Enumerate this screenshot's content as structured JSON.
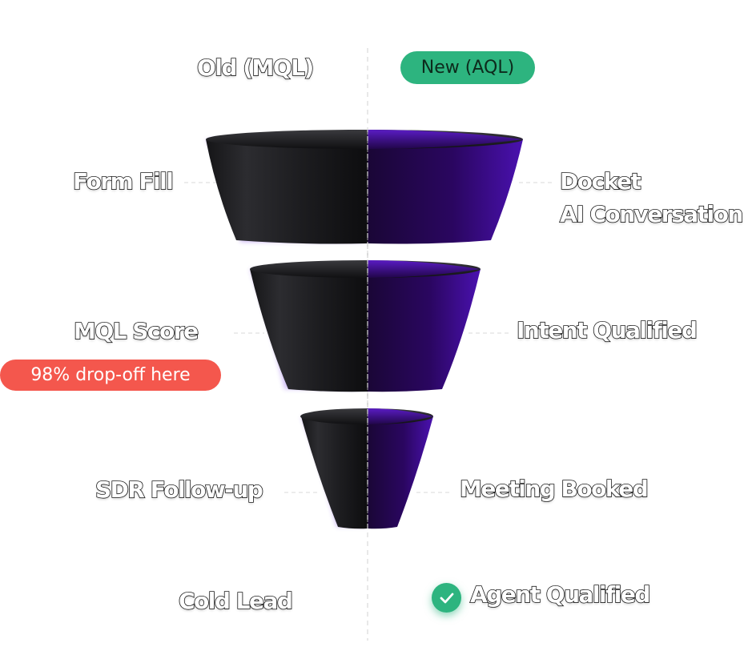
{
  "header": {
    "old_label": "Old (MQL)",
    "new_label": "New (AQL)"
  },
  "old_stages": [
    "Form Fill",
    "MQL Score",
    "SDR Follow-up",
    "Cold Lead"
  ],
  "new_stages": [
    "Docket",
    "AI Conversation",
    "Intent Qualified",
    "Meeting Booked",
    "Agent Qualified"
  ],
  "callout": {
    "dropoff": "98% drop-off here"
  },
  "icons": {
    "outcome_new": "check-circle-icon"
  },
  "colors": {
    "old_funnel": "#1a1a1c",
    "new_funnel": "#2a0660",
    "new_accent": "#4a11b0",
    "pill_green": "#2db47f",
    "pill_red": "#f4574d"
  }
}
